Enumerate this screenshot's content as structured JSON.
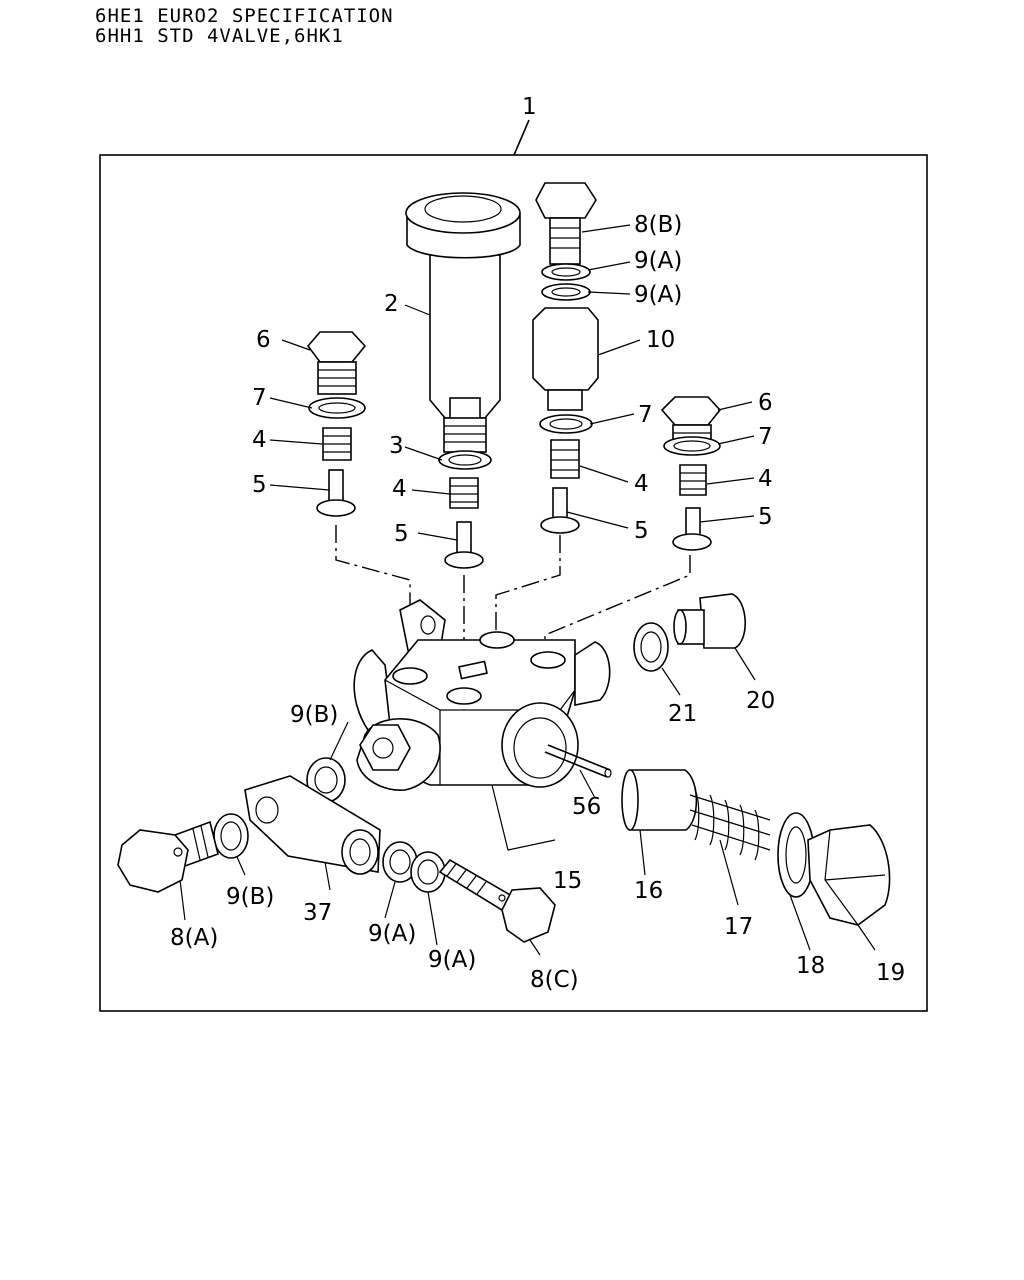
{
  "header": {
    "line1": "6HE1 EURO2 SPECIFICATION",
    "line2": "6HH1 STD 4VALVE,6HK1"
  },
  "callouts": {
    "c1": "1",
    "c2": "2",
    "c3": "3",
    "c4a": "4",
    "c4b": "4",
    "c4c": "4",
    "c4d": "4",
    "c5a": "5",
    "c5b": "5",
    "c5c": "5",
    "c5d": "5",
    "c6a": "6",
    "c6b": "6",
    "c7a": "7",
    "c7b": "7",
    "c7c": "7",
    "c8a": "8(A)",
    "c8b": "8(B)",
    "c8c": "8(C)",
    "c9a1": "9(A)",
    "c9a2": "9(A)",
    "c9a3": "9(A)",
    "c9a4": "9(A)",
    "c9b1": "9(B)",
    "c9b2": "9(B)",
    "c10": "10",
    "c15": "15",
    "c16": "16",
    "c17": "17",
    "c18": "18",
    "c19": "19",
    "c20": "20",
    "c21": "21",
    "c37": "37",
    "c56": "56"
  }
}
